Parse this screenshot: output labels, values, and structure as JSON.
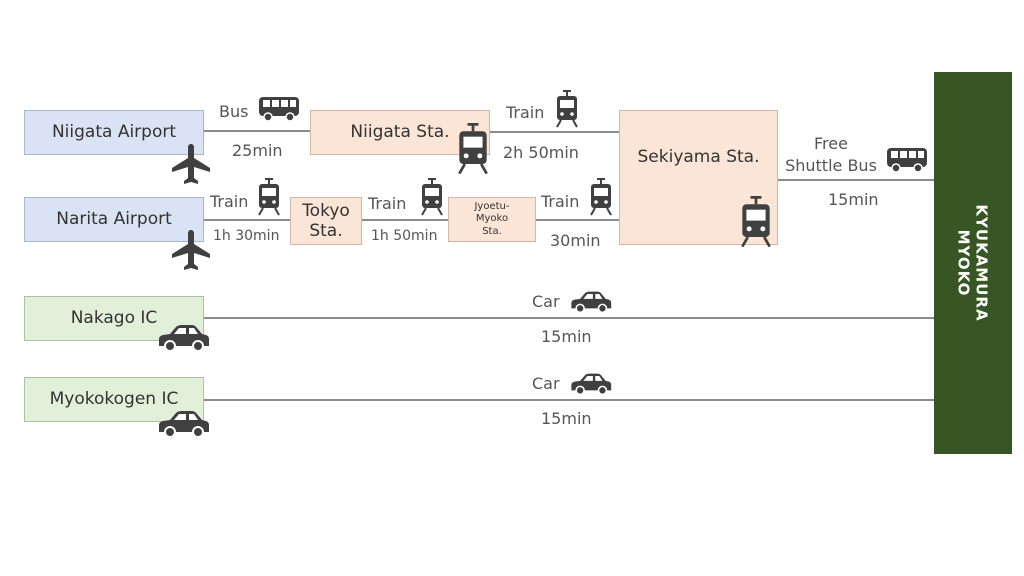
{
  "destination": {
    "line1": "KYUKAMURA",
    "line2": "MYOKO"
  },
  "origins": {
    "niigata_airport": "Niigata Airport",
    "narita_airport": "Narita Airport",
    "nakago_ic": "Nakago IC",
    "myokokogen_ic": "Myokokogen IC"
  },
  "stations": {
    "niigata": "Niigata Sta.",
    "tokyo": "Tokyo\nSta.",
    "jyoetu": "Jyoetu-\nMyoko\nSta.",
    "sekiyama": "Sekiyama Sta."
  },
  "segments": {
    "niigata_airport_to_niigata": {
      "mode": "Bus",
      "time": "25min",
      "icon": "bus-icon"
    },
    "niigata_to_sekiyama": {
      "mode": "Train",
      "time": "2h 50min",
      "icon": "train-icon"
    },
    "narita_to_tokyo": {
      "mode": "Train",
      "time": "1h 30min",
      "icon": "train-icon"
    },
    "tokyo_to_jyoetu": {
      "mode": "Train",
      "time": "1h 50min",
      "icon": "train-icon"
    },
    "jyoetu_to_sekiyama": {
      "mode": "Train",
      "time": "30min",
      "icon": "train-icon"
    },
    "sekiyama_to_dest": {
      "mode": "Free\nShuttle Bus",
      "time": "15min",
      "icon": "bus-icon"
    },
    "nakago_to_dest": {
      "mode": "Car",
      "time": "15min",
      "icon": "car-icon"
    },
    "myokokogen_to_dest": {
      "mode": "Car",
      "time": "15min",
      "icon": "car-icon"
    }
  },
  "colors": {
    "airport": "#dae3f3",
    "station": "#fbe5d6",
    "ic": "#e2f0d9",
    "destination": "#375623",
    "icon": "#404040",
    "line": "#8c8c8c"
  }
}
